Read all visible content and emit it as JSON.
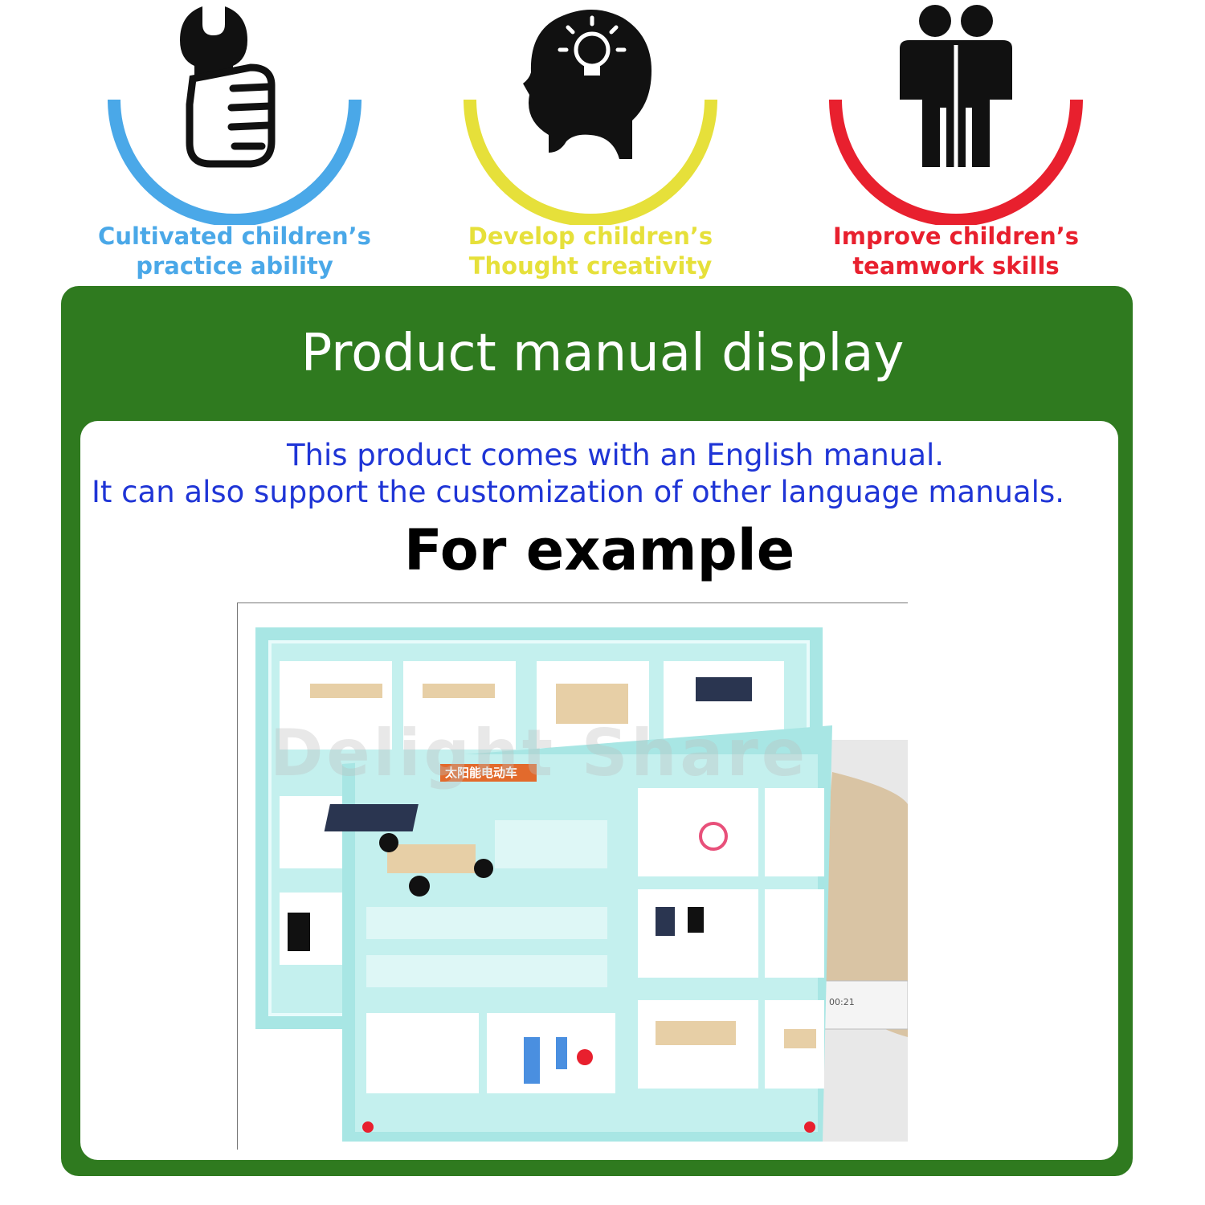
{
  "benefits": [
    {
      "icon": "wrench-hand-icon",
      "color": "#4aa8e8",
      "line1": "Cultivated children’s",
      "line2": "practice ability"
    },
    {
      "icon": "head-lightbulb-icon",
      "color": "#e6e03a",
      "line1": "Develop children’s",
      "line2": "Thought creativity"
    },
    {
      "icon": "two-people-icon",
      "color": "#e8202e",
      "line1": "Improve children’s",
      "line2": "teamwork skills"
    }
  ],
  "panel": {
    "title": "Product manual display",
    "background": "#2f7a1f"
  },
  "card": {
    "note_line1": "This product comes with an English manual.",
    "note_line2": "It can also support the customization of other language manuals.",
    "example_heading": "For example",
    "note_color": "#1f35d6"
  },
  "manual": {
    "watermark": "Delight Share",
    "heading": "太阳能电动车",
    "timestamp": "00:21"
  }
}
